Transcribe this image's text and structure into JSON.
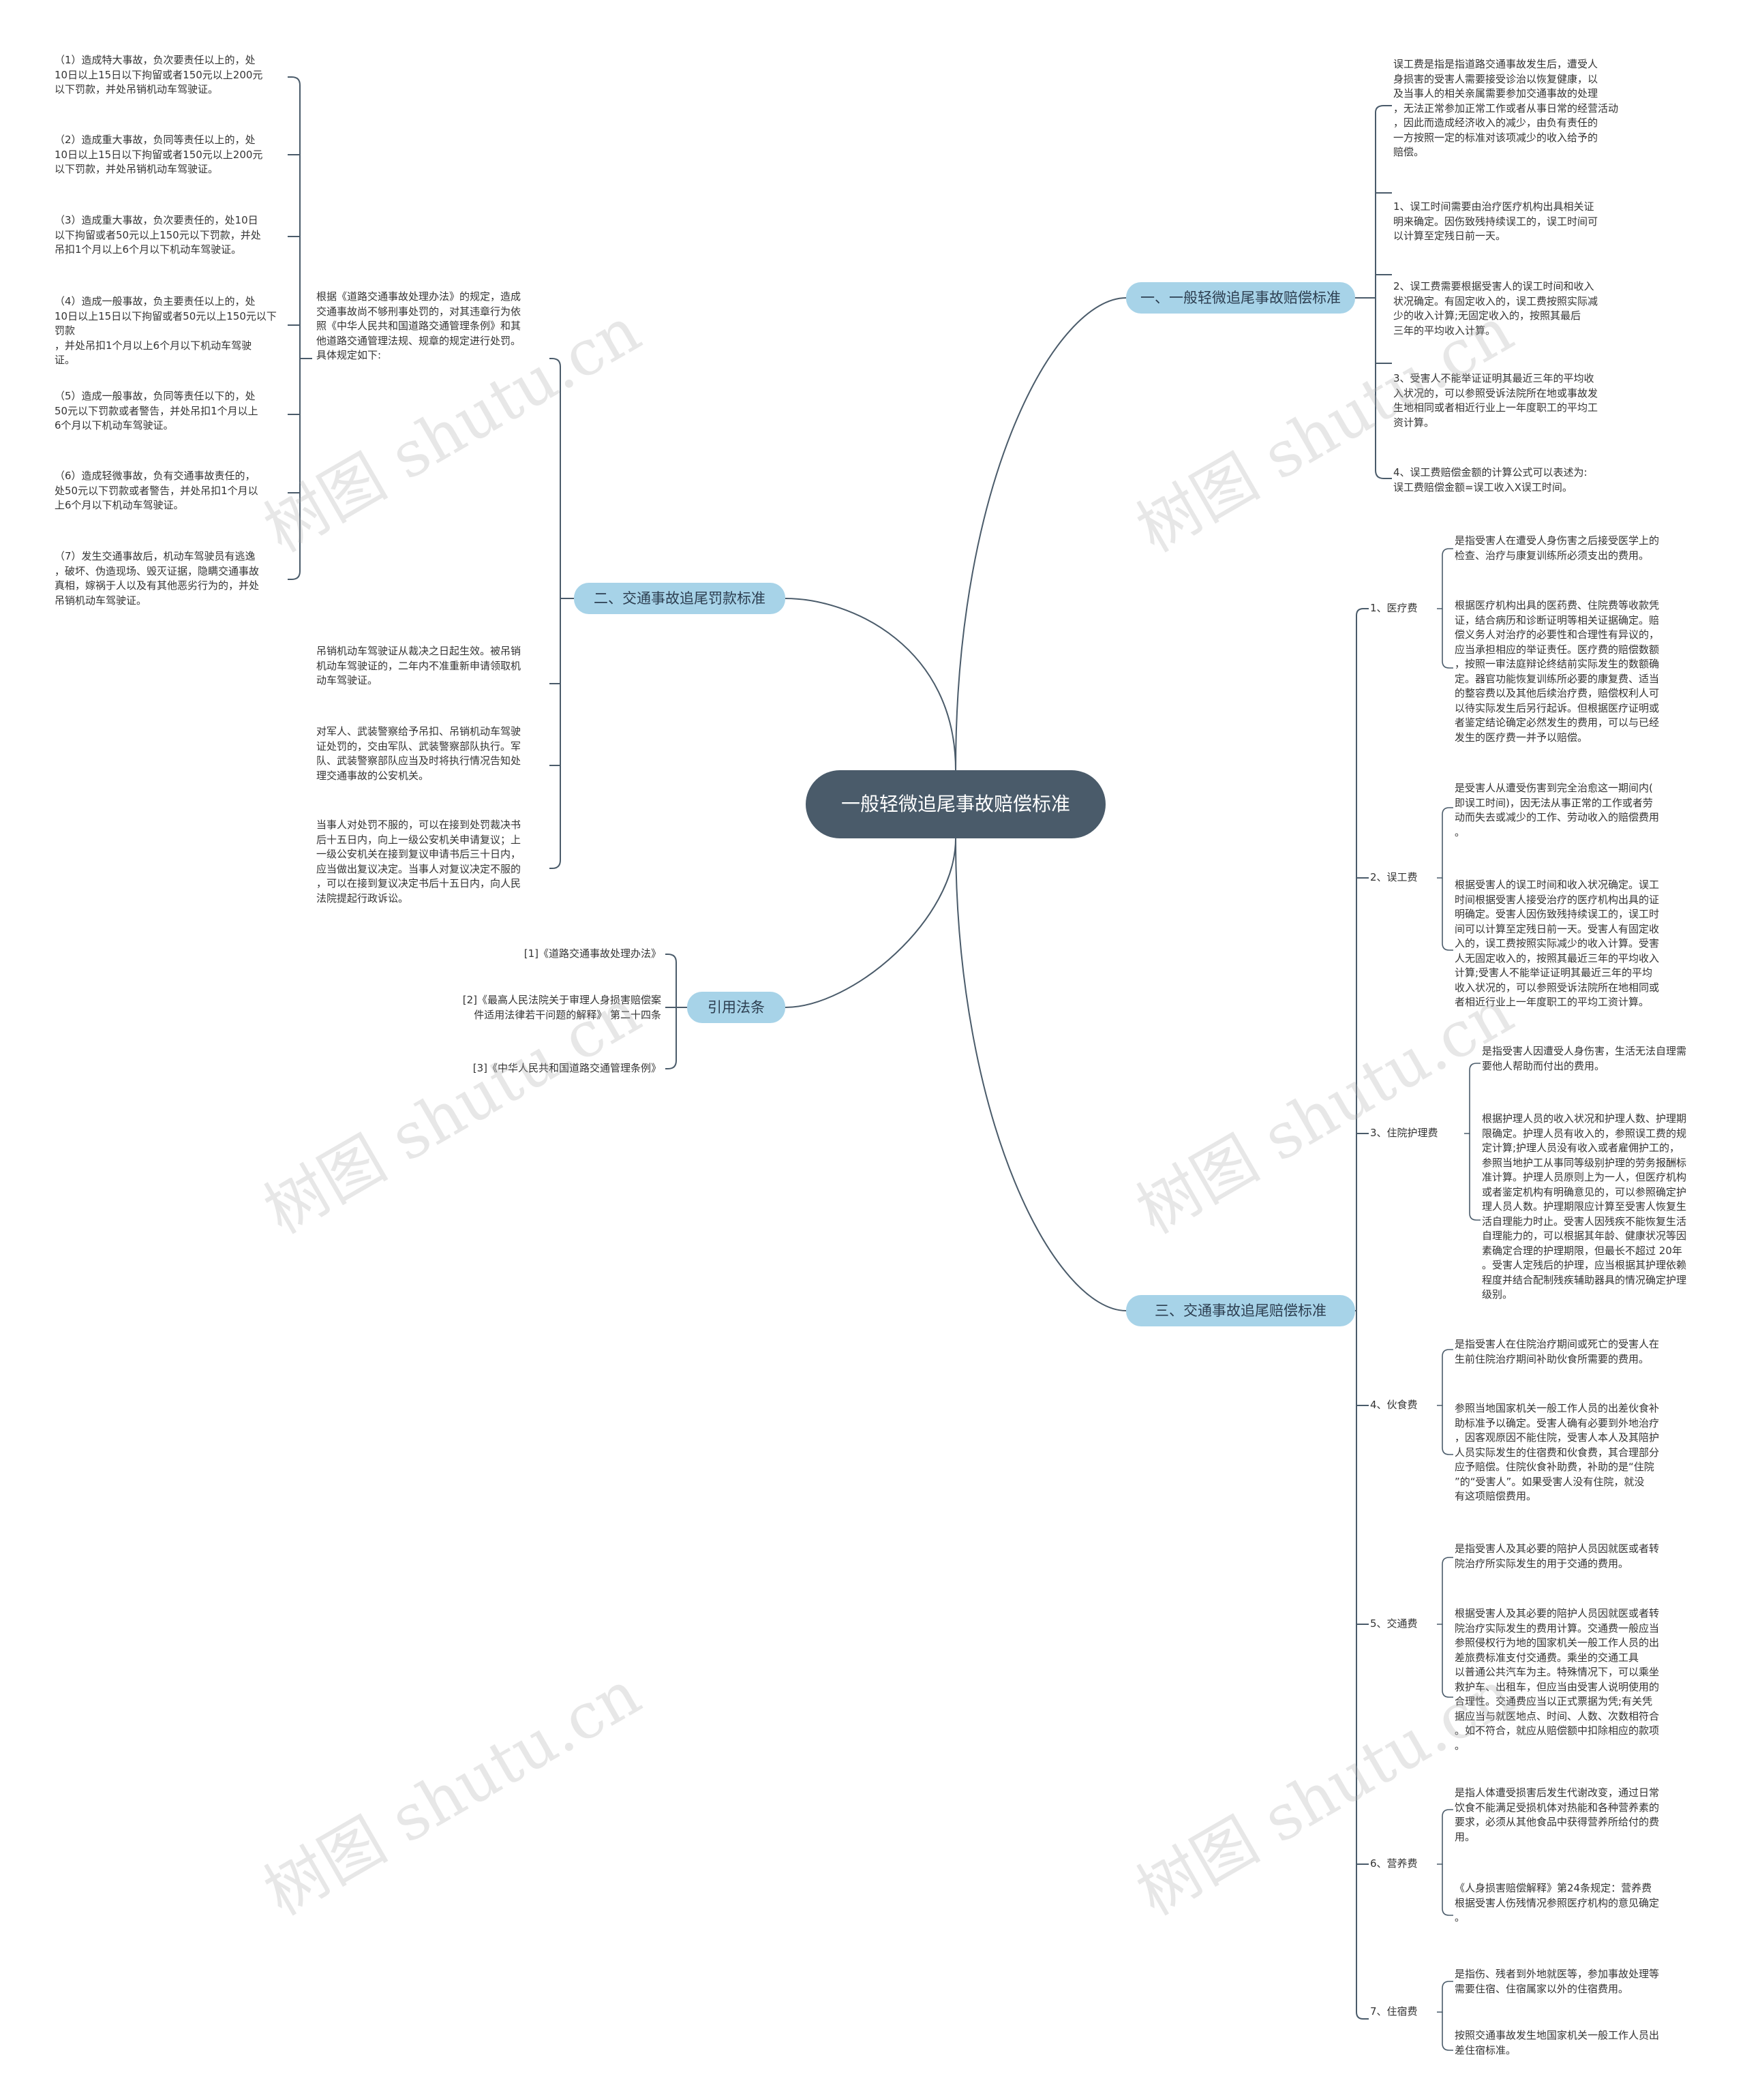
{
  "root": {
    "title": "一般轻微追尾事故赔偿标准"
  },
  "watermark": "树图 shutu.cn",
  "b1": {
    "label": "一、一般轻微追尾事故赔偿标准",
    "items": [
      "误工费是指是指道路交通事故发生后，遭受人\n身损害的受害人需要接受诊治以恢复健康，以\n及当事人的相关亲属需要参加交通事故的处理\n，无法正常参加正常工作或者从事日常的经营活动\n，因此而造成经济收入的减少，由负有责任的\n一方按照一定的标准对该项减少的收入给予的\n赔偿。",
      "1、误工时间需要由治疗医疗机构出具相关证\n明来确定。因伤致残持续误工的，误工时间可\n以计算至定残日前一天。",
      "2、误工费需要根据受害人的误工时间和收入\n状况确定。有固定收入的，误工费按照实际减\n少的收入计算;无固定收入的，按照其最后\n三年的平均收入计算。",
      "3、受害人不能举证证明其最近三年的平均收\n入状况的，可以参照受诉法院所在地或事故发\n生地相同或者相近行业上一年度职工的平均工\n资计算。",
      "4、误工费赔偿金额的计算公式可以表述为:\n误工费赔偿金额=误工收入X误工时间。"
    ]
  },
  "b2": {
    "label": "二、交通事故追尾罚款标准",
    "sub1": "根据《道路交通事故处理办法》的规定，造成\n交通事故尚不够刑事处罚的，对其违章行为依\n照《中华人民共和国道路交通管理条例》和其\n他道路交通管理法规、规章的规定进行处罚。\n具体规定如下:",
    "leaves": [
      "（1）造成特大事故，负次要责任以上的，处\n10日以上15日以下拘留或者150元以上200元\n以下罚款，并处吊销机动车驾驶证。",
      "（2）造成重大事故，负同等责任以上的，处\n10日以上15日以下拘留或者150元以上200元\n以下罚款，并处吊销机动车驾驶证。",
      "（3）造成重大事故，负次要责任的，处10日\n以下拘留或者50元以上150元以下罚款，并处\n吊扣1个月以上6个月以下机动车驾驶证。",
      "（4）造成一般事故，负主要责任以上的，处\n10日以上15日以下拘留或者50元以上150元以下罚款\n，并处吊扣1个月以上6个月以下机动车驾驶\n证。",
      "（5）造成一般事故，负同等责任以下的，处\n50元以下罚款或者警告，并处吊扣1个月以上\n6个月以下机动车驾驶证。",
      "（6）造成轻微事故，负有交通事故责任的，\n处50元以下罚款或者警告，并处吊扣1个月以\n上6个月以下机动车驾驶证。",
      "（7）发生交通事故后，机动车驾驶员有逃逸\n，破坏、伪造现场、毁灭证据，隐瞒交通事故\n真相，嫁祸于人以及有其他恶劣行为的，并处\n吊销机动车驾驶证。"
    ],
    "others": [
      "吊销机动车驾驶证从裁决之日起生效。被吊销\n机动车驾驶证的，二年内不准重新申请领取机\n动车驾驶证。",
      "对军人、武装警察给予吊扣、吊销机动车驾驶\n证处罚的，交由军队、武装警察部队执行。军\n队、武装警察部队应当及时将执行情况告知处\n理交通事故的公安机关。",
      "当事人对处罚不服的，可以在接到处罚裁决书\n后十五日内，向上一级公安机关申请复议；上\n一级公安机关在接到复议申请书后三十日内，\n应当做出复议决定。当事人对复议决定不服的\n，可以在接到复议决定书后十五日内，向人民\n法院提起行政诉讼。"
    ]
  },
  "b3": {
    "label": "引用法条",
    "items": [
      "[1]《道路交通事故处理办法》",
      "[2]《最高人民法院关于审理人身损害赔偿案\n件适用法律若干问题的解释》 第二十四条",
      "[3]《中华人民共和国道路交通管理条例》"
    ]
  },
  "b4": {
    "label": "三、交通事故追尾赔偿标准",
    "groups": [
      {
        "label": "1、医疗费",
        "items": [
          "是指受害人在遭受人身伤害之后接受医学上的\n检查、治疗与康复训练所必须支出的费用。",
          "根据医疗机构出具的医药费、住院费等收款凭\n证，结合病历和诊断证明等相关证据确定。赔\n偿义务人对治疗的必要性和合理性有异议的，\n应当承担相应的举证责任。医疗费的赔偿数额\n，按照一审法庭辩论终结前实际发生的数额确\n定。器官功能恢复训练所必要的康复费、适当\n的整容费以及其他后续治疗费，赔偿权利人可\n以待实际发生后另行起诉。但根据医疗证明或\n者鉴定结论确定必然发生的费用，可以与已经\n发生的医疗费一并予以赔偿。"
        ]
      },
      {
        "label": "2、误工费",
        "items": [
          "是受害人从遭受伤害到完全治愈这一期间内(\n即误工时间)，因无法从事正常的工作或者劳\n动而失去或减少的工作、劳动收入的赔偿费用\n。",
          "根据受害人的误工时间和收入状况确定。误工\n时间根据受害人接受治疗的医疗机构出具的证\n明确定。受害人因伤致残持续误工的，误工时\n间可以计算至定残日前一天。受害人有固定收\n入的，误工费按照实际减少的收入计算。受害\n人无固定收入的，按照其最近三年的平均收入\n计算;受害人不能举证证明其最近三年的平均\n收入状况的，可以参照受诉法院所在地相同或\n者相近行业上一年度职工的平均工资计算。"
        ]
      },
      {
        "label": "3、住院护理费",
        "items": [
          "是指受害人因遭受人身伤害，生活无法自理需\n要他人帮助而付出的费用。",
          "根据护理人员的收入状况和护理人数、护理期\n限确定。护理人员有收入的，参照误工费的规\n定计算;护理人员没有收入或者雇佣护工的，\n参照当地护工从事同等级别护理的劳务报酬标\n准计算。护理人员原则上为一人，但医疗机构\n或者鉴定机构有明确意见的，可以参照确定护\n理人员人数。护理期限应计算至受害人恢复生\n活自理能力时止。受害人因残疾不能恢复生活\n自理能力的，可以根据其年龄、健康状况等因\n素确定合理的护理期限，但最长不超过 20年\n。受害人定残后的护理，应当根据其护理依赖\n程度并结合配制残疾辅助器具的情况确定护理\n级别。"
        ]
      },
      {
        "label": "4、伙食费",
        "items": [
          "是指受害人在住院治疗期间或死亡的受害人在\n生前住院治疗期间补助伙食所需要的费用。",
          "参照当地国家机关一般工作人员的出差伙食补\n助标准予以确定。受害人确有必要到外地治疗\n，因客观原因不能住院，受害人本人及其陪护\n人员实际发生的住宿费和伙食费，其合理部分\n应予赔偿。住院伙食补助费，补助的是“住院\n”的“受害人”。如果受害人没有住院，就没\n有这项赔偿费用。"
        ]
      },
      {
        "label": "5、交通费",
        "items": [
          "是指受害人及其必要的陪护人员因就医或者转\n院治疗所实际发生的用于交通的费用。",
          "根据受害人及其必要的陪护人员因就医或者转\n院治疗实际发生的费用计算。交通费一般应当\n参照侵权行为地的国家机关一般工作人员的出\n差旅费标准支付交通费。乘坐的交通工具\n以普通公共汽车为主。特殊情况下，可以乘坐\n救护车、出租车，但应当由受害人说明使用的\n合理性。交通费应当以正式票据为凭;有关凭\n据应当与就医地点、时间、人数、次数相符合\n。如不符合，就应从赔偿额中扣除相应的款项\n。"
        ]
      },
      {
        "label": "6、营养费",
        "items": [
          "是指人体遭受损害后发生代谢改变，通过日常\n饮食不能满足受损机体对热能和各种营养素的\n要求，必须从其他食品中获得营养所给付的费\n用。",
          "《人身损害赔偿解释》第24条规定：营养费\n根据受害人伤残情况参照医疗机构的意见确定\n。"
        ]
      },
      {
        "label": "7、住宿费",
        "items": [
          "是指伤、残者到外地就医等，参加事故处理等\n需要住宿、住宿属家以外的住宿费用。",
          "按照交通事故发生地国家机关一般工作人员出\n差住宿标准。"
        ]
      }
    ]
  }
}
